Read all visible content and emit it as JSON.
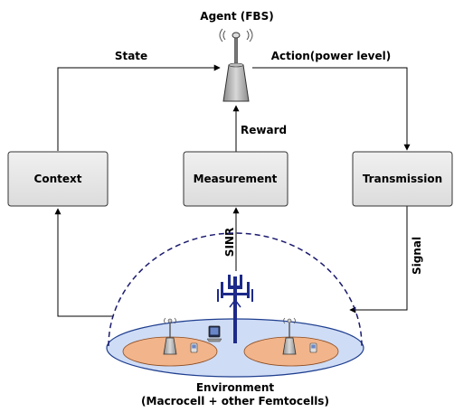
{
  "agent": {
    "title": "Agent (FBS)",
    "icon": "antenna-base-station-icon"
  },
  "edges": {
    "state": "State",
    "action": "Action(power level)",
    "reward": "Reward",
    "sinr": "SINR",
    "signal": "Signal"
  },
  "boxes": {
    "context": "Context",
    "measurement": "Measurement",
    "transmission": "Transmission"
  },
  "environment": {
    "line1": "Environment",
    "line2": "(Macrocell + other Femtocells)",
    "icons": [
      "macrocell-tower-icon",
      "femtocell-icon",
      "mobile-phone-icon",
      "laptop-icon"
    ]
  },
  "colors": {
    "box_fill": "#e8e8e8",
    "box_stroke": "#333333",
    "arrow": "#000000",
    "dome": "#1a1a6e",
    "ground": "#cfdcf5",
    "ground_stroke": "#1f3f8f",
    "cell_area": "#f2b48a",
    "tower": "#1d2a8a",
    "agent_body": "#b4b4b4"
  }
}
